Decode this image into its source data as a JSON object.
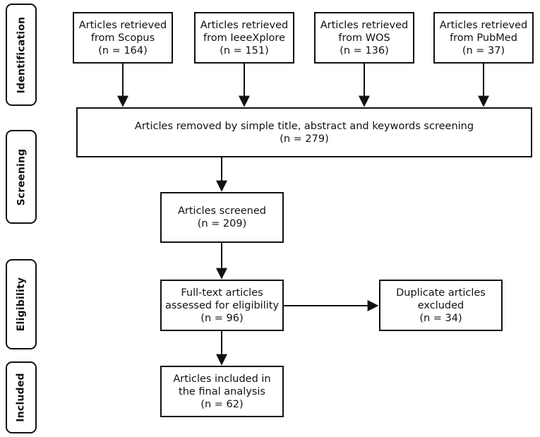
{
  "stages": {
    "identification": "Identification",
    "screening": "Screening",
    "eligibility": "Eligibility",
    "included": "Included"
  },
  "sources": [
    {
      "line1": "Articles retrieved",
      "line2": "from Scopus",
      "count": "(n = 164)"
    },
    {
      "line1": "Articles retrieved",
      "line2": "from IeeeXplore",
      "count": "(n = 151)"
    },
    {
      "line1": "Articles retrieved",
      "line2": "from WOS",
      "count": "(n = 136)"
    },
    {
      "line1": "Articles retrieved",
      "line2": "from PubMed",
      "count": "(n = 37)"
    }
  ],
  "removed": {
    "line1": "Articles removed by simple title, abstract and keywords screening",
    "count": "(n = 279)"
  },
  "screened": {
    "line1": "Articles screened",
    "count": "(n = 209)"
  },
  "fulltext": {
    "line1": "Full-text articles",
    "line2": "assessed for eligibility",
    "count": "(n = 96)"
  },
  "duplicates": {
    "line1": "Duplicate articles",
    "line2": "excluded",
    "count": "(n = 34)"
  },
  "included": {
    "line1": "Articles included in",
    "line2": "the final analysis",
    "count": "(n = 62)"
  }
}
